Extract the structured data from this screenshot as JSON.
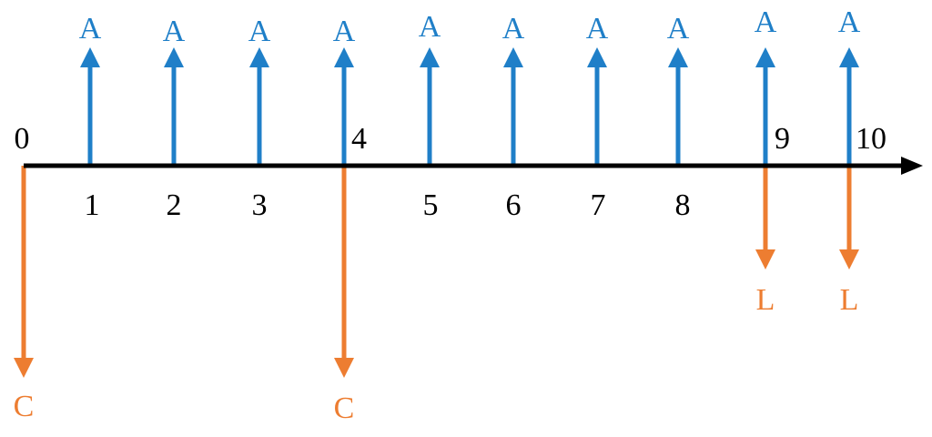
{
  "colors": {
    "timeline": "#000000",
    "inflow": "#1f7fc8",
    "outflow": "#ed7d31",
    "period_text": "#000000"
  },
  "timeline": {
    "period_labels": [
      "0",
      "1",
      "2",
      "3",
      "4",
      "5",
      "6",
      "7",
      "8",
      "9",
      "10"
    ],
    "inflows": [
      {
        "period": 1,
        "label": "A"
      },
      {
        "period": 2,
        "label": "A"
      },
      {
        "period": 3,
        "label": "A"
      },
      {
        "period": 4,
        "label": "A"
      },
      {
        "period": 5,
        "label": "A"
      },
      {
        "period": 6,
        "label": "A"
      },
      {
        "period": 7,
        "label": "A"
      },
      {
        "period": 8,
        "label": "A"
      },
      {
        "period": 9,
        "label": "A"
      },
      {
        "period": 10,
        "label": "A"
      }
    ],
    "outflows": [
      {
        "period": 0,
        "label": "C"
      },
      {
        "period": 4,
        "label": "C"
      },
      {
        "period": 9,
        "label": "L"
      },
      {
        "period": 10,
        "label": "L"
      }
    ]
  }
}
